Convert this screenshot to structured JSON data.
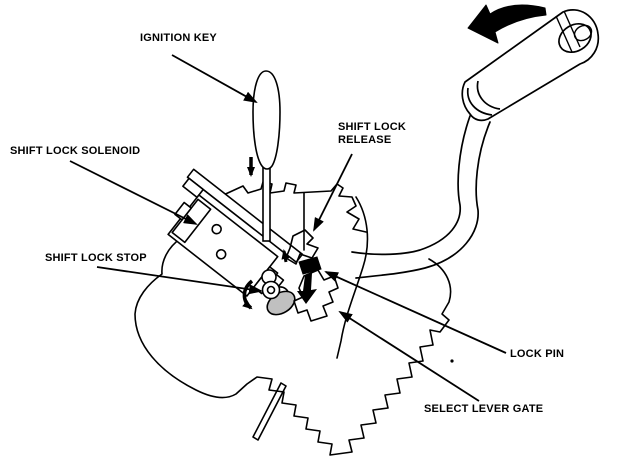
{
  "diagram": {
    "labels": {
      "ignition_key": "IGNITION KEY",
      "shift_lock_solenoid": "SHIFT LOCK SOLENOID",
      "shift_lock_release": "SHIFT LOCK\nRELEASE",
      "shift_lock_stop": "SHIFT LOCK STOP",
      "lock_pin": "LOCK PIN",
      "select_lever_gate": "SELECT LEVER GATE"
    },
    "colors": {
      "line": "#000000",
      "background": "#ffffff",
      "shaded_part": "#c0c0c0"
    },
    "icons": {
      "lever_push_arrow": "thick-curved-arrow-down-left",
      "key_insert_arrow": "small-arrow-down",
      "release_direction_arrow": "small-arrow-up",
      "lock_pin_direction_arrow": "thick-arrow-down",
      "stop_rotation_arrow": "curved-arrow-counterclockwise"
    }
  }
}
